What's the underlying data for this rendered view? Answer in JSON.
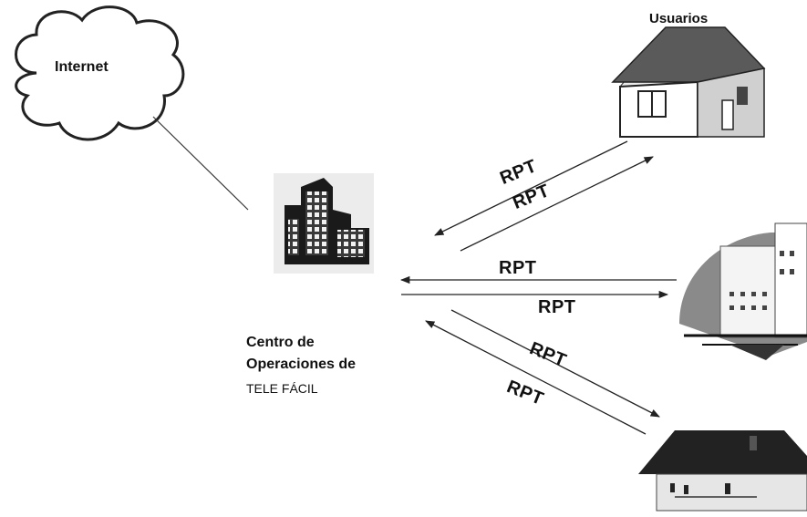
{
  "labels": {
    "internet": "Internet",
    "usuarios": "Usuarios",
    "center_line1": "Centro de",
    "center_line2": "Operaciones de",
    "center_line3": "TELE FÁCIL"
  },
  "links": [
    {
      "label": "RPT"
    },
    {
      "label": "RPT"
    },
    {
      "label": "RPT"
    },
    {
      "label": "RPT"
    },
    {
      "label": "RPT"
    },
    {
      "label": "RPT"
    }
  ]
}
